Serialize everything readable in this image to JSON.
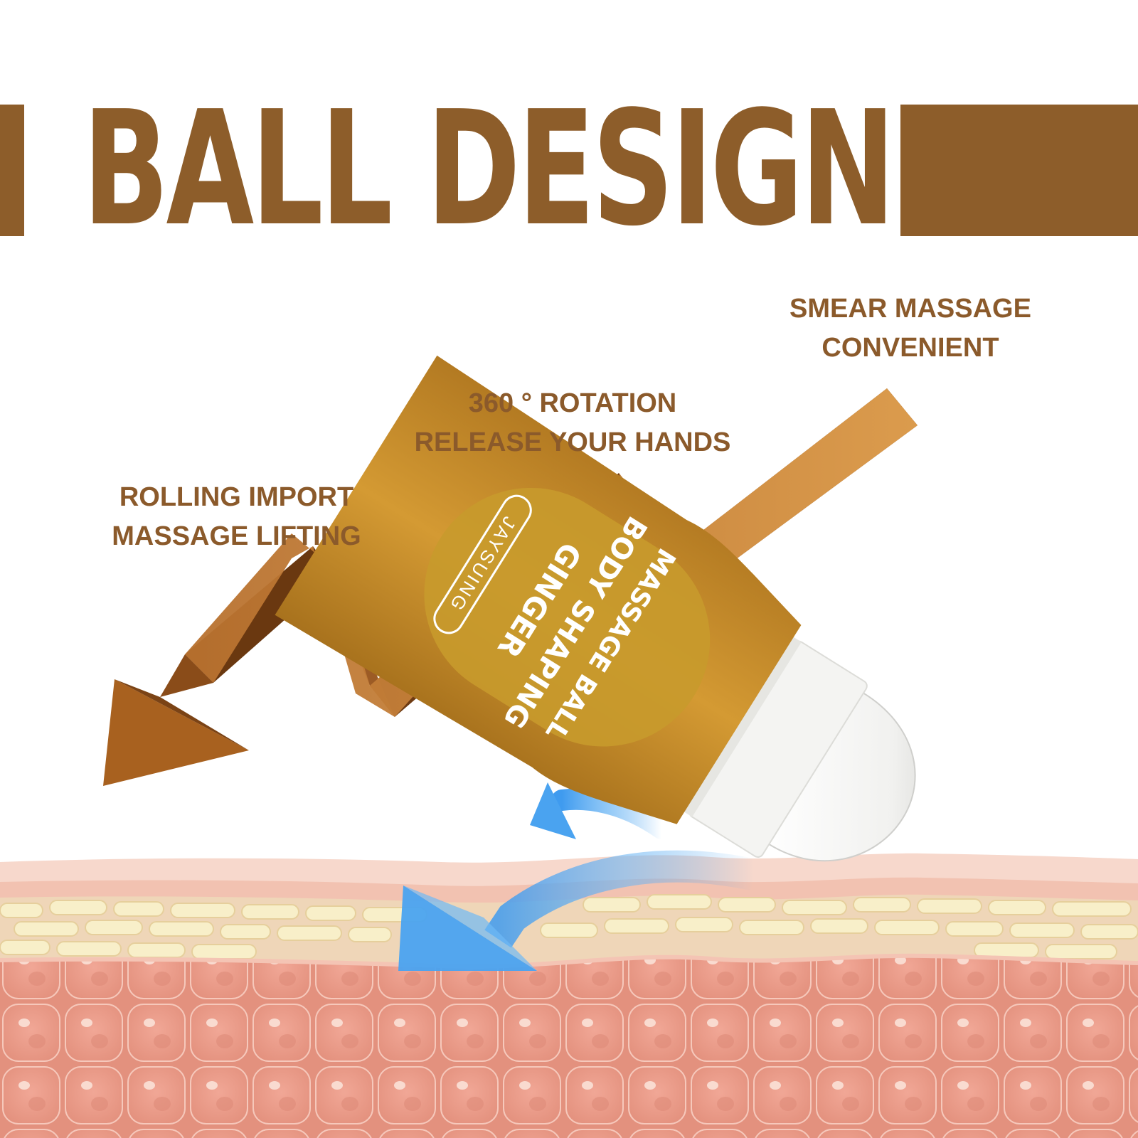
{
  "header": {
    "title": "BALL DESIGN"
  },
  "captions": {
    "smear": {
      "line1": "SMEAR MASSAGE",
      "line2": "CONVENIENT"
    },
    "rotation": {
      "line1": "360 ° ROTATION",
      "line2": "RELEASE YOUR HANDS"
    },
    "rolling": {
      "line1": "ROLLING IMPORT",
      "line2": "MASSAGE LIFTING"
    }
  },
  "product": {
    "brand": "JAYSUING",
    "name_line1": "GINGER",
    "name_line2": "BODY SHAPING",
    "name_line3": "MASSAGE BALL"
  },
  "colors": {
    "brand_brown": "#8d5d2a",
    "caption_brown": "#8b5a2b",
    "bottle_gold": "#c38d2a",
    "arrow_orange": "#b7702e",
    "flow_blue": "#4aa3f0",
    "skin_pink": "#e69a86",
    "fat_cream": "#f6ecc6"
  },
  "icons": [
    "zigzag-arrow-icon",
    "blue-curved-arrow-icon"
  ]
}
